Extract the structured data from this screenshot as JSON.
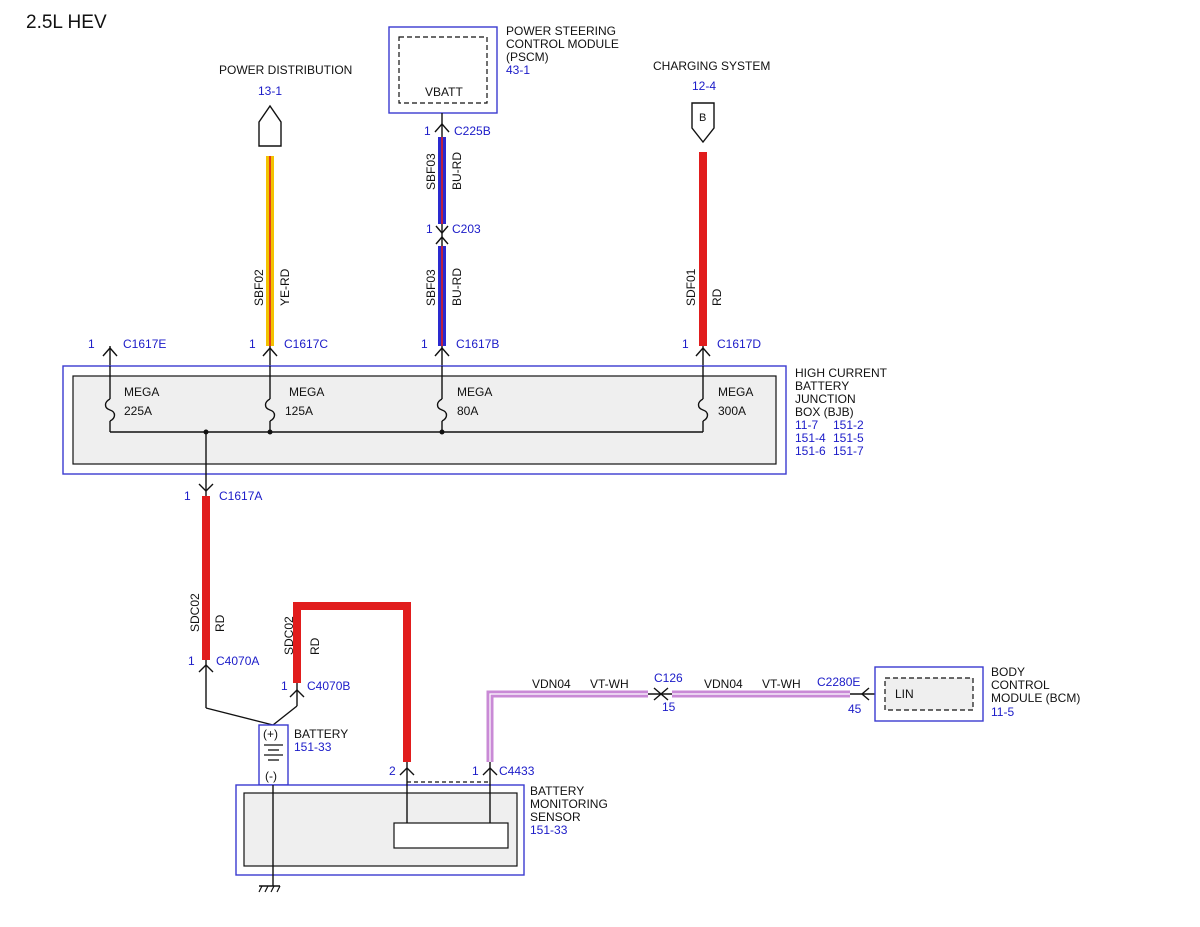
{
  "title": "2.5L HEV",
  "colors": {
    "red_wire": "#e11d1d",
    "yellow_wire": "#f2c200",
    "blue_wire": "#2a2ad0",
    "violet_wire": "#c98ad6",
    "link_blue": "#1b1bc8",
    "box_fill": "#efefef"
  },
  "modules": {
    "power_distribution": {
      "name": "POWER DISTRIBUTION",
      "ref": "13-1"
    },
    "pscm": {
      "name_lines": [
        "POWER STEERING",
        "CONTROL MODULE",
        "(PSCM)"
      ],
      "ref": "43-1",
      "pin_label": "VBATT"
    },
    "charging": {
      "name": "CHARGING SYSTEM",
      "ref": "12-4",
      "pin_label": "B"
    },
    "bjb": {
      "name_lines": [
        "HIGH CURRENT",
        "BATTERY",
        "JUNCTION",
        "BOX (BJB)"
      ],
      "refs": [
        "11-7",
        "151-2",
        "151-4",
        "151-5",
        "151-6",
        "151-7"
      ],
      "fuses": [
        {
          "type": "MEGA",
          "rating": "225A"
        },
        {
          "type": "MEGA",
          "rating": "125A"
        },
        {
          "type": "MEGA",
          "rating": "80A"
        },
        {
          "type": "MEGA",
          "rating": "300A"
        }
      ]
    },
    "battery": {
      "name": "BATTERY",
      "ref": "151-33",
      "pos": "(+)",
      "neg": "(-)"
    },
    "bms": {
      "name_lines": [
        "BATTERY",
        "MONITORING",
        "SENSOR"
      ],
      "ref": "151-33"
    },
    "bcm": {
      "name_lines": [
        "BODY",
        "CONTROL",
        "MODULE (BCM)"
      ],
      "ref": "11-5",
      "pin_label": "LIN"
    }
  },
  "connectors": {
    "c1617e": {
      "pin": "1",
      "name": "C1617E"
    },
    "c1617c": {
      "pin": "1",
      "name": "C1617C"
    },
    "c1617b": {
      "pin": "1",
      "name": "C1617B"
    },
    "c1617d": {
      "pin": "1",
      "name": "C1617D"
    },
    "c1617a": {
      "pin": "1",
      "name": "C1617A"
    },
    "c225b": {
      "pin": "1",
      "name": "C225B"
    },
    "c203": {
      "pin": "1",
      "name": "C203"
    },
    "c4070a": {
      "pin": "1",
      "name": "C4070A"
    },
    "c4070b": {
      "pin": "1",
      "name": "C4070B"
    },
    "c4433": {
      "pin": "1",
      "name": "C4433"
    },
    "bms_pin2": {
      "pin": "2"
    },
    "c126": {
      "pin": "15",
      "name": "C126"
    },
    "c2280e": {
      "pin": "45",
      "name": "C2280E"
    }
  },
  "wires": {
    "sbf02": {
      "circuit": "SBF02",
      "color": "YE-RD"
    },
    "sbf03_upper": {
      "circuit": "SBF03",
      "color": "BU-RD"
    },
    "sbf03_lower": {
      "circuit": "SBF03",
      "color": "BU-RD"
    },
    "sdf01": {
      "circuit": "SDF01",
      "color": "RD"
    },
    "sdc02_a": {
      "circuit": "SDC02",
      "color": "RD"
    },
    "sdc02_b": {
      "circuit": "SDC02",
      "color": "RD"
    },
    "vdn04_a": {
      "circuit": "VDN04",
      "color": "VT-WH"
    },
    "vdn04_b": {
      "circuit": "VDN04",
      "color": "VT-WH"
    }
  }
}
